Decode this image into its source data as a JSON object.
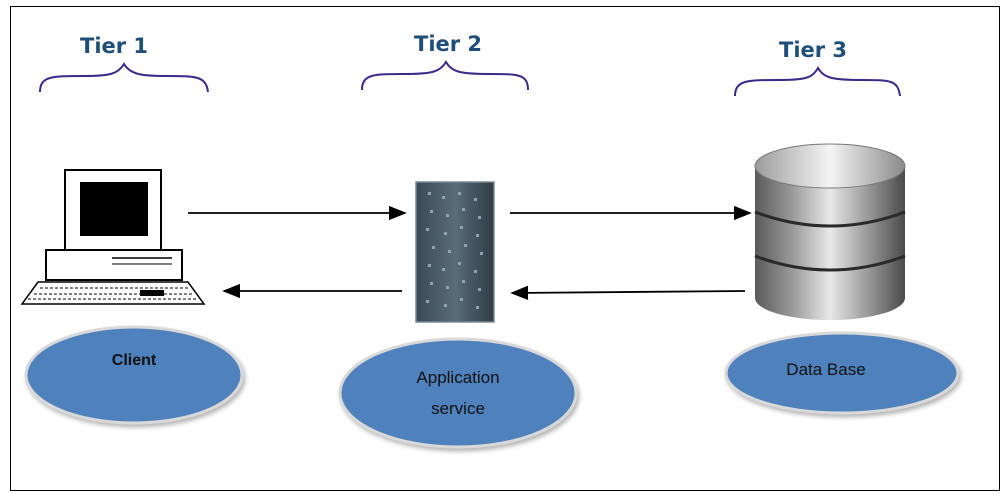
{
  "tiers": [
    {
      "label": "Tier 1"
    },
    {
      "label": "Tier 2"
    },
    {
      "label": "Tier 3"
    }
  ],
  "nodes": {
    "client": {
      "label": "Client",
      "icon": "computer-icon"
    },
    "app": {
      "label_line1": "Application",
      "label_line2": "service",
      "icon": "server-icon"
    },
    "db": {
      "label": "Data Base",
      "icon": "database-icon"
    }
  },
  "colors": {
    "tier_text": "#1f4e79",
    "brace": "#3b2a8a",
    "ellipse_fill": "#4f81bd",
    "ellipse_stroke": "#d9d9d9"
  }
}
